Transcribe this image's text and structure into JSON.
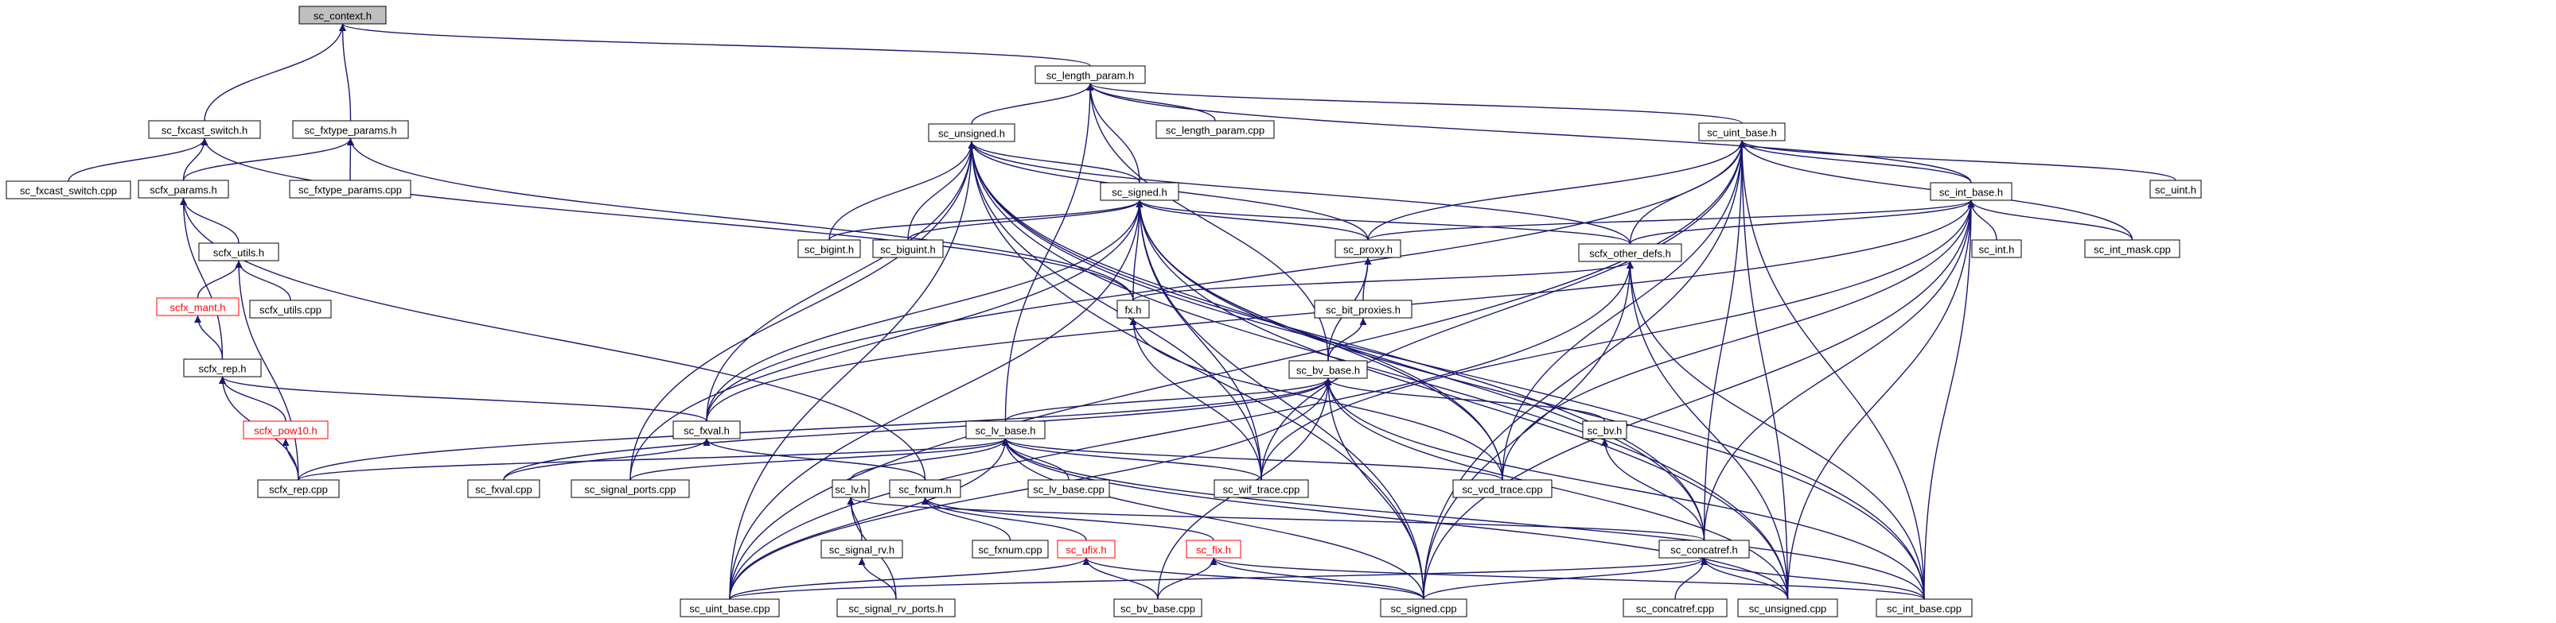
{
  "colors": {
    "edge": "#191970",
    "current_fill": "#bfbfbf",
    "missing_border": "#ff0000",
    "background": "#ffffff"
  },
  "nodes": [
    {
      "id": "sc_context_h",
      "label": "sc_context.h",
      "current": true
    },
    {
      "id": "sc_length_param_h",
      "label": "sc_length_param.h"
    },
    {
      "id": "sc_fxcast_switch_h",
      "label": "sc_fxcast_switch.h"
    },
    {
      "id": "sc_fxtype_params_h",
      "label": "sc_fxtype_params.h"
    },
    {
      "id": "sc_unsigned_h",
      "label": "sc_unsigned.h"
    },
    {
      "id": "sc_length_param_cpp",
      "label": "sc_length_param.cpp"
    },
    {
      "id": "sc_uint_base_h",
      "label": "sc_uint_base.h"
    },
    {
      "id": "sc_fxcast_switch_cpp",
      "label": "sc_fxcast_switch.cpp"
    },
    {
      "id": "scfx_params_h",
      "label": "scfx_params.h"
    },
    {
      "id": "sc_fxtype_params_cpp",
      "label": "sc_fxtype_params.cpp"
    },
    {
      "id": "sc_uint_h",
      "label": "sc_uint.h"
    },
    {
      "id": "sc_signed_h",
      "label": "sc_signed.h"
    },
    {
      "id": "sc_int_base_h",
      "label": "sc_int_base.h"
    },
    {
      "id": "scfx_utils_h",
      "label": "scfx_utils.h"
    },
    {
      "id": "sc_bigint_h",
      "label": "sc_bigint.h"
    },
    {
      "id": "sc_biguint_h",
      "label": "sc_biguint.h"
    },
    {
      "id": "sc_proxy_h",
      "label": "sc_proxy.h"
    },
    {
      "id": "scfx_other_defs_h",
      "label": "scfx_other_defs.h"
    },
    {
      "id": "sc_int_h",
      "label": "sc_int.h"
    },
    {
      "id": "sc_int_mask_cpp",
      "label": "sc_int_mask.cpp"
    },
    {
      "id": "scfx_mant_h",
      "label": "scfx_mant.h",
      "missing": true
    },
    {
      "id": "scfx_utils_cpp",
      "label": "scfx_utils.cpp"
    },
    {
      "id": "fx_h",
      "label": "fx.h"
    },
    {
      "id": "sc_bit_proxies_h",
      "label": "sc_bit_proxies.h"
    },
    {
      "id": "scfx_rep_h",
      "label": "scfx_rep.h"
    },
    {
      "id": "sc_bv_base_h",
      "label": "sc_bv_base.h"
    },
    {
      "id": "scfx_pow10_h",
      "label": "scfx_pow10.h",
      "missing": true
    },
    {
      "id": "sc_fxval_h",
      "label": "sc_fxval.h"
    },
    {
      "id": "sc_bv_h",
      "label": "sc_bv.h"
    },
    {
      "id": "sc_lv_base_h",
      "label": "sc_lv_base.h"
    },
    {
      "id": "scfx_rep_cpp",
      "label": "scfx_rep.cpp"
    },
    {
      "id": "sc_fxval_cpp",
      "label": "sc_fxval.cpp"
    },
    {
      "id": "sc_signal_ports_cpp",
      "label": "sc_signal_ports.cpp"
    },
    {
      "id": "sc_lv_base_cpp",
      "label": "sc_lv_base.cpp"
    },
    {
      "id": "sc_wif_trace_cpp",
      "label": "sc_wif_trace.cpp"
    },
    {
      "id": "sc_vcd_trace_cpp",
      "label": "sc_vcd_trace.cpp"
    },
    {
      "id": "sc_lv_h",
      "label": "sc_lv.h"
    },
    {
      "id": "sc_fxnum_h",
      "label": "sc_fxnum.h"
    },
    {
      "id": "sc_signal_rv_h",
      "label": "sc_signal_rv.h"
    },
    {
      "id": "sc_fxnum_cpp",
      "label": "sc_fxnum.cpp"
    },
    {
      "id": "sc_ufix_h",
      "label": "sc_ufix.h",
      "missing": true
    },
    {
      "id": "sc_fix_h",
      "label": "sc_fix.h",
      "missing": true
    },
    {
      "id": "sc_concatref_h",
      "label": "sc_concatref.h"
    },
    {
      "id": "sc_uint_base_cpp",
      "label": "sc_uint_base.cpp"
    },
    {
      "id": "sc_signal_rv_ports_h",
      "label": "sc_signal_rv_ports.h"
    },
    {
      "id": "sc_bv_base_cpp",
      "label": "sc_bv_base.cpp"
    },
    {
      "id": "sc_signed_cpp",
      "label": "sc_signed.cpp"
    },
    {
      "id": "sc_concatref_cpp",
      "label": "sc_concatref.cpp"
    },
    {
      "id": "sc_unsigned_cpp",
      "label": "sc_unsigned.cpp"
    },
    {
      "id": "sc_int_base_cpp",
      "label": "sc_int_base.cpp"
    }
  ],
  "edges": [
    [
      "sc_context_h",
      "sc_fxcast_switch_h"
    ],
    [
      "sc_context_h",
      "sc_fxtype_params_h"
    ],
    [
      "sc_context_h",
      "sc_length_param_h"
    ],
    [
      "sc_length_param_h",
      "sc_unsigned_h"
    ],
    [
      "sc_length_param_h",
      "sc_length_param_cpp"
    ],
    [
      "sc_length_param_h",
      "sc_uint_base_h"
    ],
    [
      "sc_length_param_h",
      "sc_int_base_h"
    ],
    [
      "sc_length_param_h",
      "sc_signed_h"
    ],
    [
      "sc_length_param_h",
      "sc_bv_base_h"
    ],
    [
      "sc_length_param_h",
      "sc_lv_base_h"
    ],
    [
      "sc_fxcast_switch_h",
      "sc_fxcast_switch_cpp"
    ],
    [
      "sc_fxcast_switch_h",
      "scfx_params_h"
    ],
    [
      "sc_fxcast_switch_h",
      "fx_h"
    ],
    [
      "sc_fxtype_params_h",
      "scfx_params_h"
    ],
    [
      "sc_fxtype_params_h",
      "sc_fxtype_params_cpp"
    ],
    [
      "sc_fxtype_params_h",
      "fx_h"
    ],
    [
      "scfx_params_h",
      "scfx_utils_h"
    ],
    [
      "scfx_params_h",
      "scfx_rep_h"
    ],
    [
      "scfx_params_h",
      "sc_fxnum_h"
    ],
    [
      "scfx_utils_h",
      "scfx_mant_h"
    ],
    [
      "scfx_utils_h",
      "scfx_utils_cpp"
    ],
    [
      "scfx_utils_h",
      "scfx_rep_cpp"
    ],
    [
      "scfx_mant_h",
      "scfx_rep_h"
    ],
    [
      "scfx_rep_h",
      "scfx_pow10_h"
    ],
    [
      "scfx_rep_h",
      "scfx_rep_cpp"
    ],
    [
      "scfx_rep_h",
      "sc_fxval_h"
    ],
    [
      "scfx_pow10_h",
      "scfx_rep_cpp"
    ],
    [
      "sc_unsigned_h",
      "sc_signed_h"
    ],
    [
      "sc_unsigned_h",
      "sc_bigint_h"
    ],
    [
      "sc_unsigned_h",
      "sc_biguint_h"
    ],
    [
      "sc_unsigned_h",
      "sc_proxy_h"
    ],
    [
      "sc_unsigned_h",
      "scfx_other_defs_h"
    ],
    [
      "sc_unsigned_h",
      "sc_fxval_h"
    ],
    [
      "sc_unsigned_h",
      "sc_signal_ports_cpp"
    ],
    [
      "sc_unsigned_h",
      "sc_uint_base_cpp"
    ],
    [
      "sc_unsigned_h",
      "sc_wif_trace_cpp"
    ],
    [
      "sc_unsigned_h",
      "sc_vcd_trace_cpp"
    ],
    [
      "sc_unsigned_h",
      "sc_concatref_h"
    ],
    [
      "sc_unsigned_h",
      "sc_signed_cpp"
    ],
    [
      "sc_unsigned_h",
      "sc_unsigned_cpp"
    ],
    [
      "sc_unsigned_h",
      "sc_int_base_cpp"
    ],
    [
      "sc_uint_base_h",
      "sc_uint_h"
    ],
    [
      "sc_uint_base_h",
      "sc_int_base_h"
    ],
    [
      "sc_uint_base_h",
      "sc_int_mask_cpp"
    ],
    [
      "sc_uint_base_h",
      "scfx_other_defs_h"
    ],
    [
      "sc_uint_base_h",
      "sc_proxy_h"
    ],
    [
      "sc_uint_base_h",
      "sc_fxval_h"
    ],
    [
      "sc_uint_base_h",
      "sc_wif_trace_cpp"
    ],
    [
      "sc_uint_base_h",
      "sc_vcd_trace_cpp"
    ],
    [
      "sc_uint_base_h",
      "sc_concatref_h"
    ],
    [
      "sc_uint_base_h",
      "sc_uint_base_cpp"
    ],
    [
      "sc_uint_base_h",
      "sc_signed_cpp"
    ],
    [
      "sc_uint_base_h",
      "sc_unsigned_cpp"
    ],
    [
      "sc_uint_base_h",
      "sc_int_base_cpp"
    ],
    [
      "sc_signed_h",
      "sc_bigint_h"
    ],
    [
      "sc_signed_h",
      "sc_biguint_h"
    ],
    [
      "sc_signed_h",
      "sc_proxy_h"
    ],
    [
      "sc_signed_h",
      "scfx_other_defs_h"
    ],
    [
      "sc_signed_h",
      "fx_h"
    ],
    [
      "sc_signed_h",
      "sc_fxval_h"
    ],
    [
      "sc_signed_h",
      "sc_signal_ports_cpp"
    ],
    [
      "sc_signed_h",
      "sc_uint_base_cpp"
    ],
    [
      "sc_signed_h",
      "sc_wif_trace_cpp"
    ],
    [
      "sc_signed_h",
      "sc_vcd_trace_cpp"
    ],
    [
      "sc_signed_h",
      "sc_concatref_h"
    ],
    [
      "sc_signed_h",
      "sc_signed_cpp"
    ],
    [
      "sc_signed_h",
      "sc_unsigned_cpp"
    ],
    [
      "sc_signed_h",
      "sc_int_base_cpp"
    ],
    [
      "sc_int_base_h",
      "sc_int_h"
    ],
    [
      "sc_int_base_h",
      "sc_int_mask_cpp"
    ],
    [
      "sc_int_base_h",
      "scfx_other_defs_h"
    ],
    [
      "sc_int_base_h",
      "sc_proxy_h"
    ],
    [
      "sc_int_base_h",
      "sc_fxval_h"
    ],
    [
      "sc_int_base_h",
      "sc_wif_trace_cpp"
    ],
    [
      "sc_int_base_h",
      "sc_vcd_trace_cpp"
    ],
    [
      "sc_int_base_h",
      "sc_concatref_h"
    ],
    [
      "sc_int_base_h",
      "sc_signed_cpp"
    ],
    [
      "sc_int_base_h",
      "sc_unsigned_cpp"
    ],
    [
      "sc_int_base_h",
      "sc_int_base_cpp"
    ],
    [
      "sc_proxy_h",
      "sc_bit_proxies_h"
    ],
    [
      "sc_proxy_h",
      "sc_bv_base_h"
    ],
    [
      "sc_bit_proxies_h",
      "sc_bv_base_h"
    ],
    [
      "scfx_other_defs_h",
      "fx_h"
    ],
    [
      "scfx_other_defs_h",
      "sc_uint_base_cpp"
    ],
    [
      "scfx_other_defs_h",
      "sc_signed_cpp"
    ],
    [
      "scfx_other_defs_h",
      "sc_unsigned_cpp"
    ],
    [
      "scfx_other_defs_h",
      "sc_int_base_cpp"
    ],
    [
      "fx_h",
      "sc_wif_trace_cpp"
    ],
    [
      "fx_h",
      "sc_vcd_trace_cpp"
    ],
    [
      "sc_bv_base_h",
      "sc_lv_base_h"
    ],
    [
      "sc_bv_base_h",
      "sc_bv_h"
    ],
    [
      "sc_bv_base_h",
      "scfx_rep_cpp"
    ],
    [
      "sc_bv_base_h",
      "sc_fxval_cpp"
    ],
    [
      "sc_bv_base_h",
      "sc_uint_base_cpp"
    ],
    [
      "sc_bv_base_h",
      "sc_bv_base_cpp"
    ],
    [
      "sc_bv_base_h",
      "sc_signed_cpp"
    ],
    [
      "sc_bv_base_h",
      "sc_unsigned_cpp"
    ],
    [
      "sc_bv_base_h",
      "sc_int_base_cpp"
    ],
    [
      "sc_bv_h",
      "sc_concatref_h"
    ],
    [
      "sc_fxval_h",
      "sc_fxval_cpp"
    ],
    [
      "sc_fxval_h",
      "sc_fxnum_h"
    ],
    [
      "sc_lv_base_h",
      "sc_lv_h"
    ],
    [
      "sc_lv_base_h",
      "sc_lv_base_cpp"
    ],
    [
      "sc_lv_base_h",
      "scfx_rep_cpp"
    ],
    [
      "sc_lv_base_h",
      "sc_signal_ports_cpp"
    ],
    [
      "sc_lv_base_h",
      "sc_wif_trace_cpp"
    ],
    [
      "sc_lv_base_h",
      "sc_vcd_trace_cpp"
    ],
    [
      "sc_lv_base_h",
      "sc_uint_base_cpp"
    ],
    [
      "sc_lv_base_h",
      "sc_signed_cpp"
    ],
    [
      "sc_lv_base_h",
      "sc_unsigned_cpp"
    ],
    [
      "sc_lv_base_h",
      "sc_int_base_cpp"
    ],
    [
      "sc_lv_h",
      "sc_signal_rv_h"
    ],
    [
      "sc_lv_h",
      "sc_signal_rv_ports_h"
    ],
    [
      "sc_lv_h",
      "sc_concatref_h"
    ],
    [
      "sc_signal_rv_h",
      "sc_signal_rv_ports_h"
    ],
    [
      "sc_fxnum_h",
      "sc_fxnum_cpp"
    ],
    [
      "sc_fxnum_h",
      "sc_ufix_h"
    ],
    [
      "sc_fxnum_h",
      "sc_fix_h"
    ],
    [
      "sc_ufix_h",
      "sc_uint_base_cpp"
    ],
    [
      "sc_ufix_h",
      "sc_bv_base_cpp"
    ],
    [
      "sc_ufix_h",
      "sc_signed_cpp"
    ],
    [
      "sc_fix_h",
      "sc_bv_base_cpp"
    ],
    [
      "sc_fix_h",
      "sc_signed_cpp"
    ],
    [
      "sc_fix_h",
      "sc_int_base_cpp"
    ],
    [
      "sc_concatref_h",
      "sc_uint_base_cpp"
    ],
    [
      "sc_concatref_h",
      "sc_signed_cpp"
    ],
    [
      "sc_concatref_h",
      "sc_concatref_cpp"
    ],
    [
      "sc_concatref_h",
      "sc_unsigned_cpp"
    ],
    [
      "sc_concatref_h",
      "sc_int_base_cpp"
    ]
  ]
}
